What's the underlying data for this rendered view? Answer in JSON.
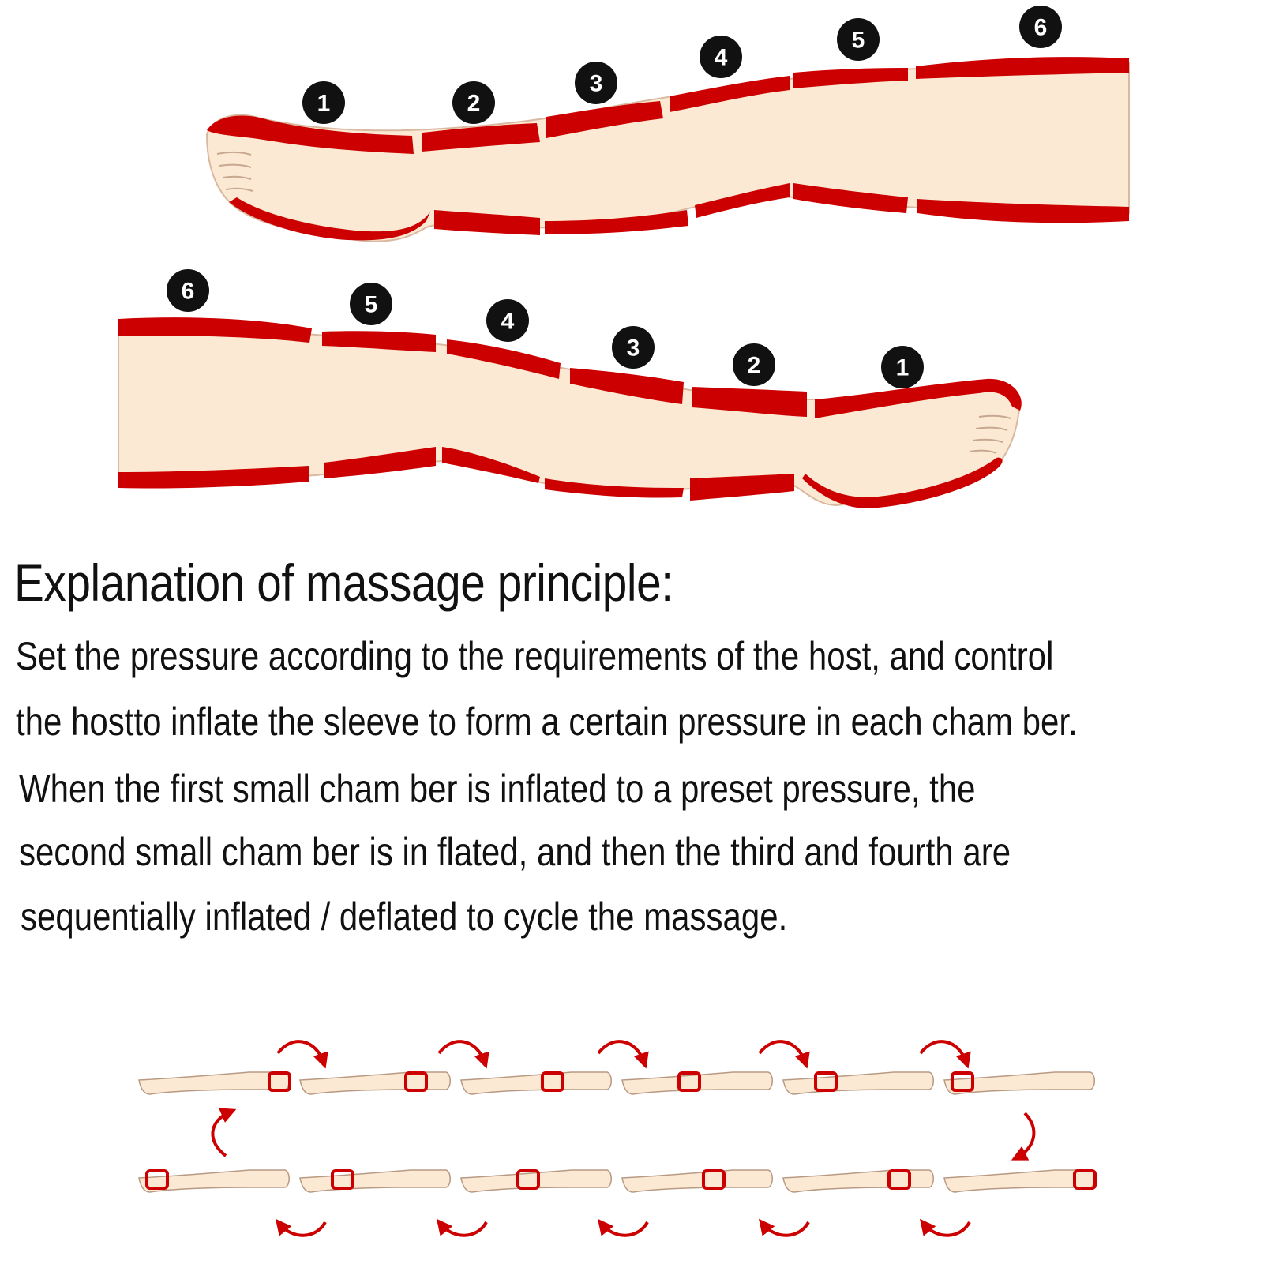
{
  "top_diagram": {
    "chamber_numbers": [
      "1",
      "2",
      "3",
      "4",
      "5",
      "6"
    ]
  },
  "bottom_diagram": {
    "chamber_numbers": [
      "6",
      "5",
      "4",
      "3",
      "2",
      "1"
    ]
  },
  "text": {
    "heading": "Explanation of massage principle:",
    "lines": [
      "Set the pressure according to the requirements of the host,  and control",
      "the hostto inflate the sleeve to form a certain pressure in each cham ber.",
      "When the first small cham ber is inflated to a preset pressure, the",
      "second small cham ber is in flated, and then the third and fourth are",
      "sequentially inflated / deflated to cycle the massage."
    ]
  },
  "cycle_diagram": {
    "leg_count_per_row": 6,
    "rows": 2
  },
  "colors": {
    "skin": "#fbe9d4",
    "chamber_red": "#cc0000",
    "badge": "#111111",
    "text": "#111111"
  }
}
